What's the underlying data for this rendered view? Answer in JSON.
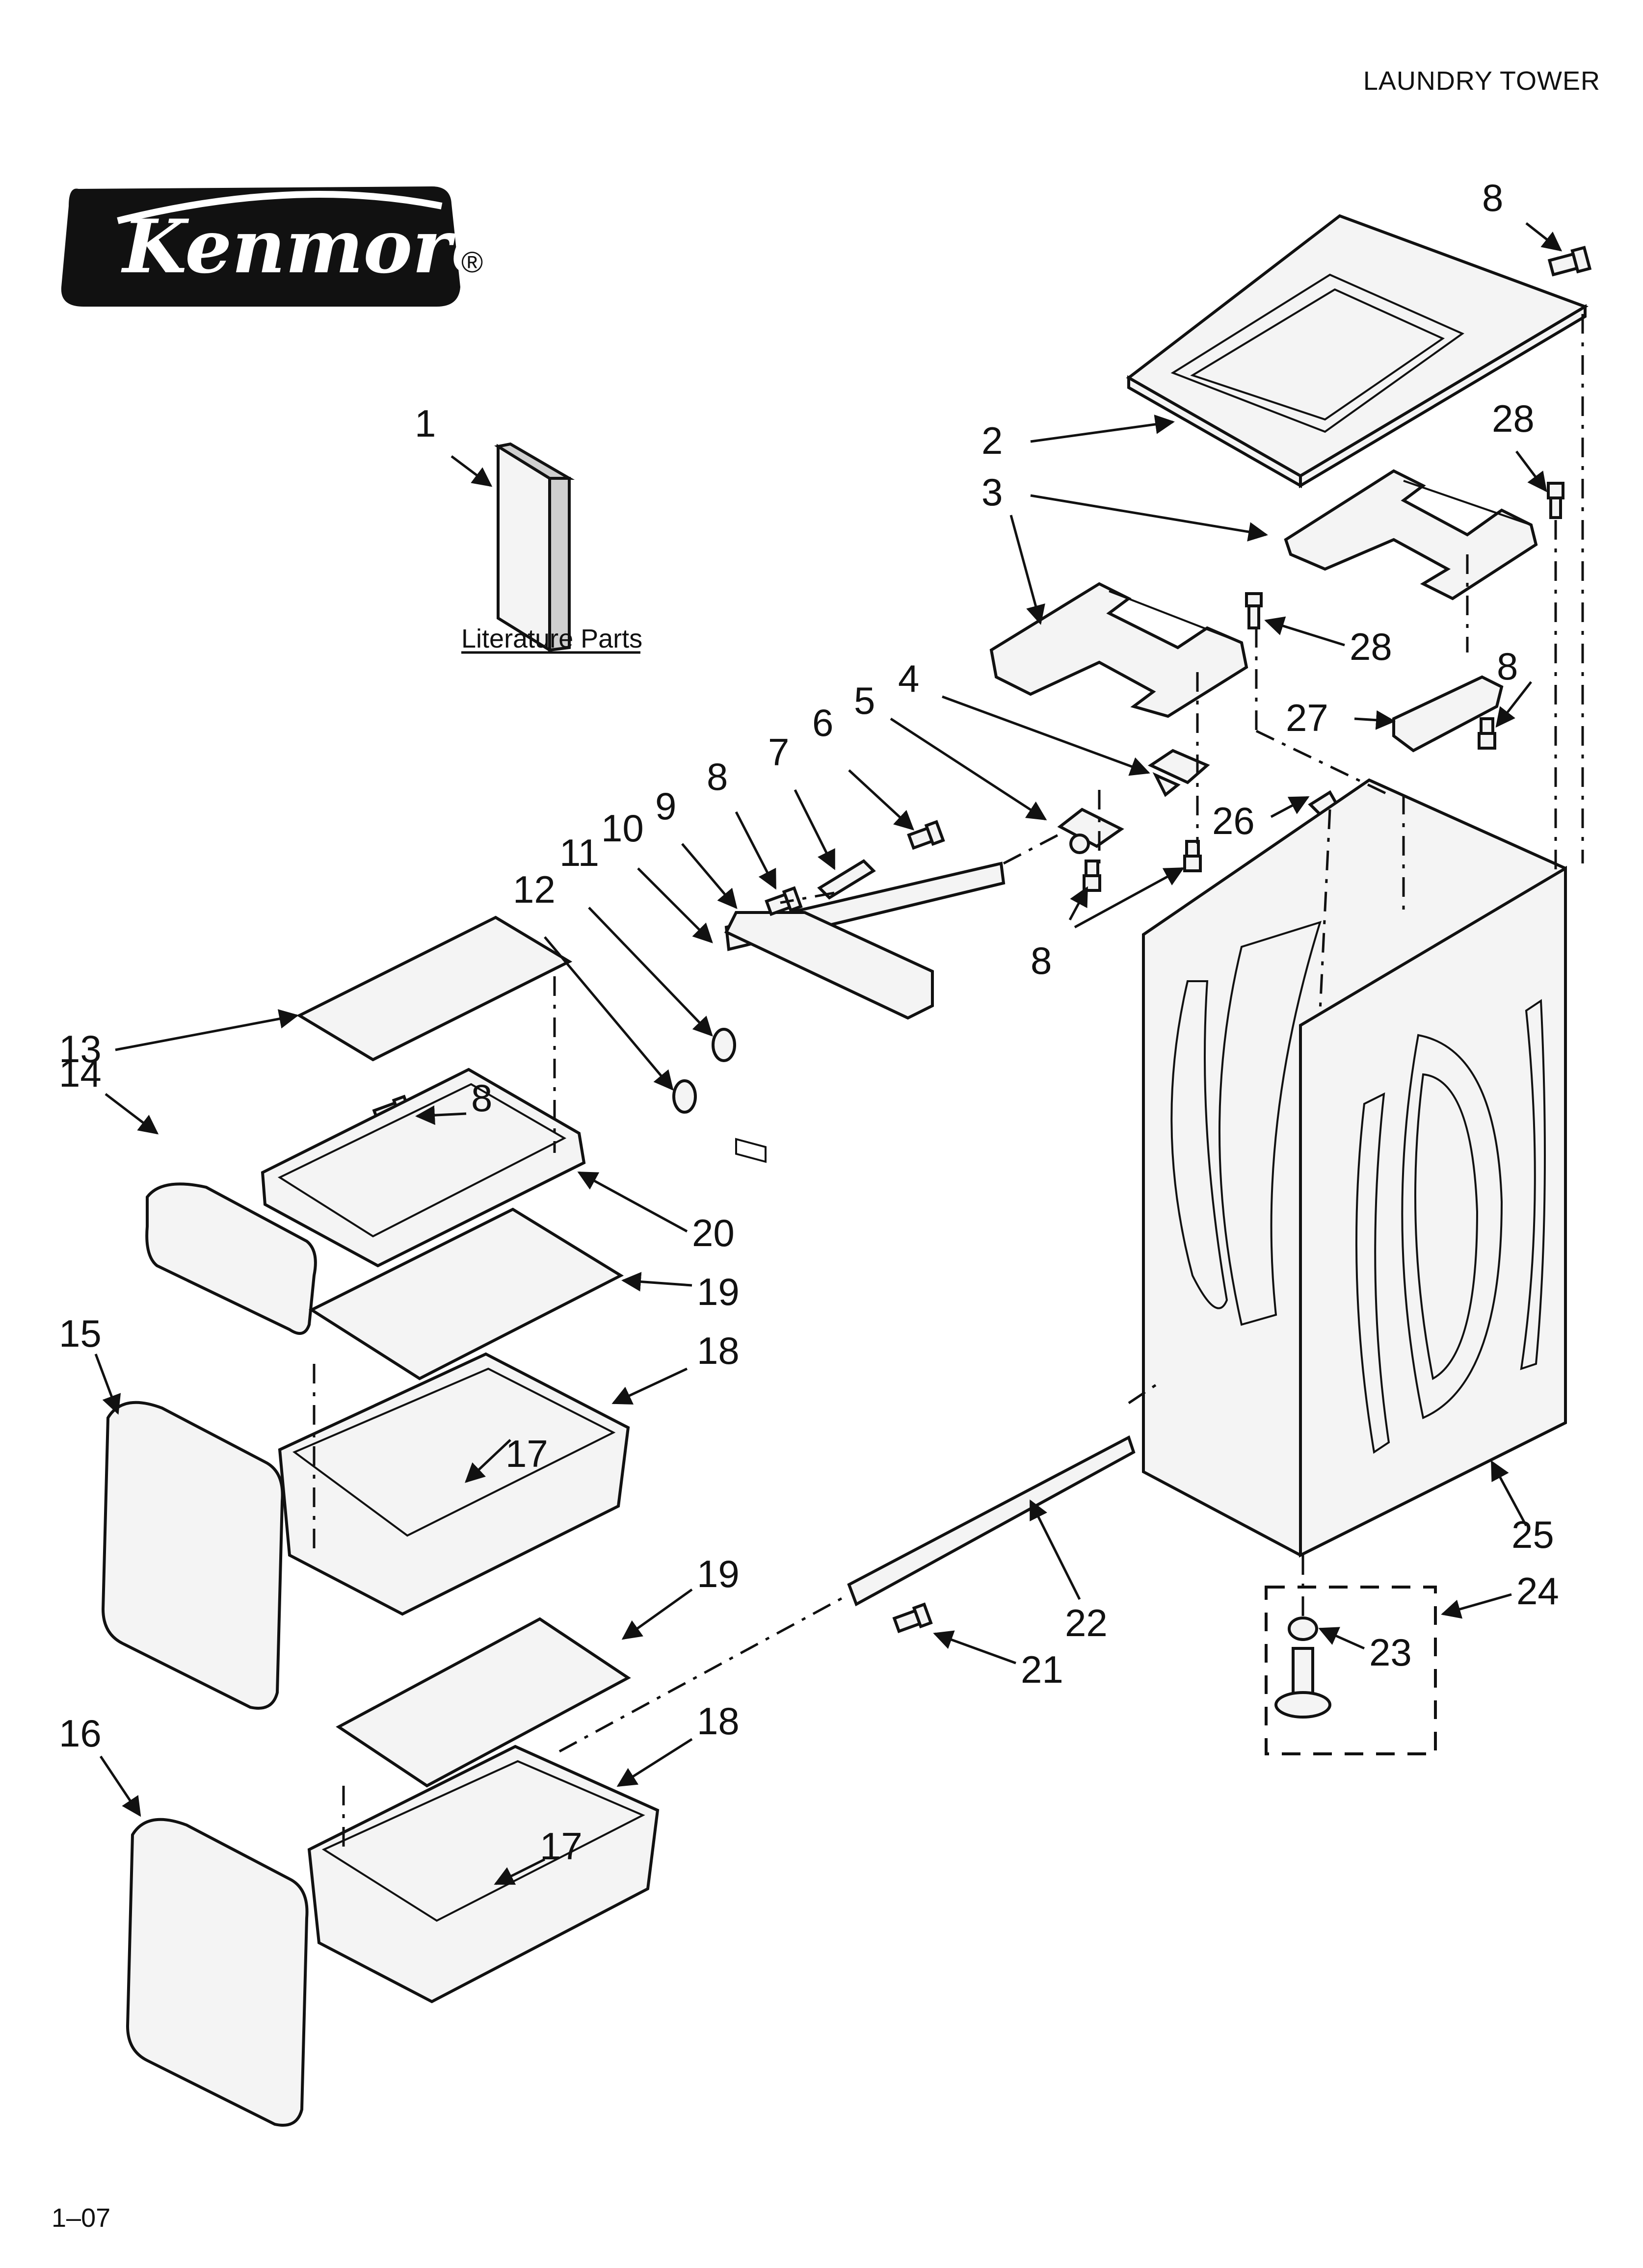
{
  "header": {
    "title": "LAUNDRY TOWER"
  },
  "brand": {
    "logo_text": "Kenmore",
    "registered_mark": "®"
  },
  "literature": {
    "label": "Literature Parts"
  },
  "footer": {
    "code": "1–07"
  },
  "callouts": [
    "1",
    "2",
    "3",
    "3",
    "4",
    "5",
    "6",
    "7",
    "8",
    "8",
    "8",
    "8",
    "8",
    "8",
    "9",
    "10",
    "11",
    "12",
    "13",
    "14",
    "15",
    "16",
    "17",
    "17",
    "18",
    "18",
    "19",
    "19",
    "20",
    "21",
    "22",
    "23",
    "24",
    "25",
    "26",
    "27",
    "28",
    "28"
  ],
  "colors": {
    "ink": "#111111",
    "paper": "#ffffff",
    "part_fill": "#f4f4f4",
    "mesh": "#9a9a9a"
  }
}
